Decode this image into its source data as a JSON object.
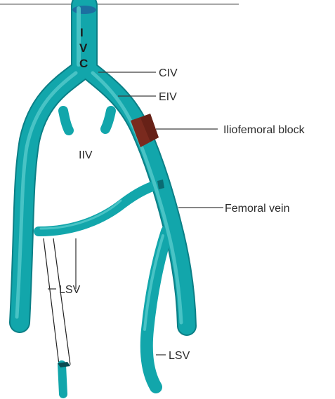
{
  "colors": {
    "vein_fill": "#12a6ab",
    "vein_highlight": "#4fc6c8",
    "vein_shadow": "#0b7f86",
    "block_fill": "#7a2a1e",
    "leader_line": "#3e3e3e",
    "label_text": "#2b2b2b",
    "background": "#ffffff"
  },
  "ivc_letters": [
    "I",
    "V",
    "C"
  ],
  "labels": {
    "civ": "CIV",
    "eiv": "EIV",
    "iliofemoral_block": "Iliofemoral block",
    "iiv": "IIV",
    "femoral_vein": "Femoral vein",
    "lsv_left": "LSV",
    "lsv_right": "LSV"
  }
}
